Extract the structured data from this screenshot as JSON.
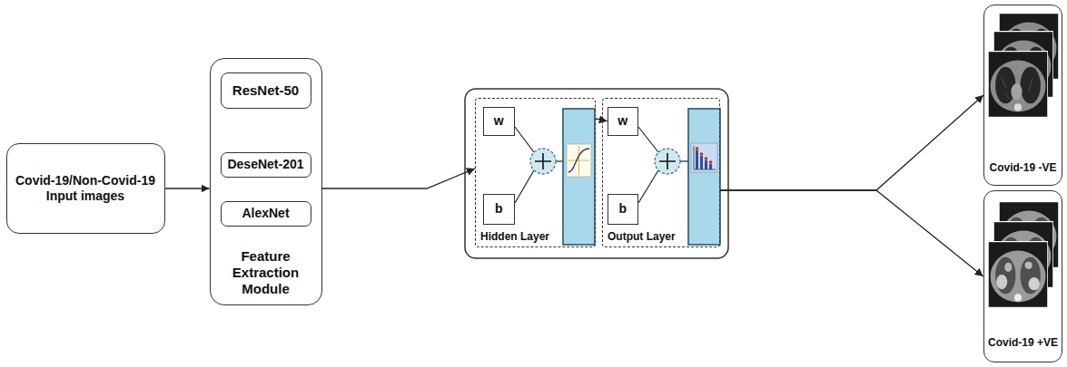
{
  "diagram": {
    "nodes": [
      {
        "text": [
          "Covid-19/Non-Covid-19 Input images"
        ]
      },
      {
        "text": [
          "Feature Extraction Module"
        ]
      },
      {
        "text": [
          "ResNet-50"
        ],
        "in": 1
      },
      {
        "text": [
          "DeseNet-201"
        ],
        "in": 1
      },
      {
        "text": [
          "AlexNet"
        ],
        "in": 1
      },
      {
        "text": [
          "Hidden Layer"
        ]
      },
      {
        "text": [
          "w"
        ],
        "in": 5
      },
      {
        "text": [
          "b"
        ],
        "in": 5
      },
      {
        "text": [
          "Output Layer"
        ]
      },
      {
        "text": [
          "w"
        ],
        "in": 8
      },
      {
        "text": [
          "b"
        ],
        "in": 8
      },
      {
        "text": [
          "Covid-19 -VE"
        ]
      },
      {
        "text": [
          "Covid-19 +VE"
        ]
      }
    ],
    "edges": [
      {
        "from": 0,
        "to": 1,
        "arrow": "to"
      },
      {
        "from": 1,
        "to": 5,
        "arrow": "to"
      },
      {
        "from": 5,
        "to": 9,
        "arrow": "to"
      },
      {
        "from": 8,
        "to": 11,
        "arrow": "to"
      },
      {
        "from": 8,
        "to": 12,
        "arrow": "to"
      }
    ]
  }
}
